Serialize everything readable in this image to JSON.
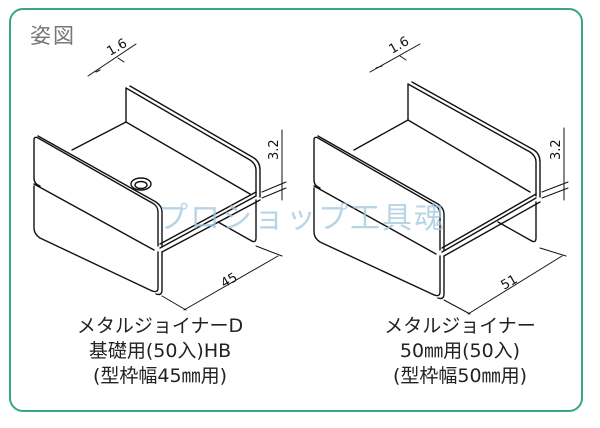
{
  "title": "姿図",
  "frame_color": "#3aa776",
  "watermark": "プロショップ工具魂",
  "products": [
    {
      "caption_lines": [
        "メタルジョイナーD",
        "基礎用(50入)HB",
        "(型枠幅45㎜用)"
      ],
      "dimensions": {
        "thickness": "1.6",
        "gap": "3.2",
        "width": "45"
      },
      "has_hole": true
    },
    {
      "caption_lines": [
        "メタルジョイナー",
        "50㎜用(50入)",
        "(型枠幅50㎜用)"
      ],
      "dimensions": {
        "thickness": "1.6",
        "gap": "3.2",
        "width": "51"
      },
      "has_hole": false
    }
  ]
}
